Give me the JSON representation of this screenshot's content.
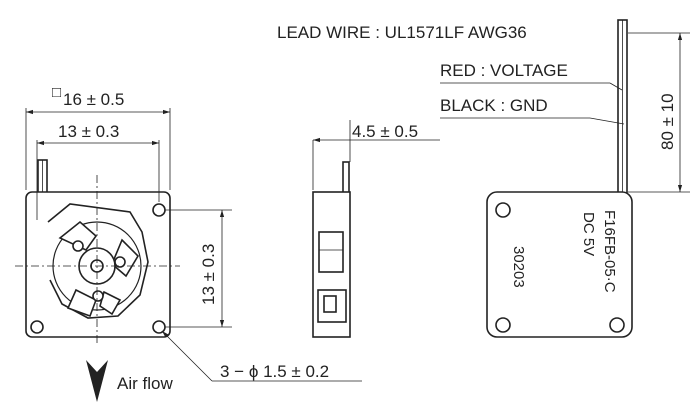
{
  "labels": {
    "lead_wire": "LEAD WIRE : UL1571LF AWG36",
    "red": "RED : VOLTAGE",
    "black": "BLACK : GND",
    "square_symbol": "□",
    "dim_outer": "16 ± 0.5",
    "dim_inner": "13 ± 0.3",
    "dim_thickness": "4.5 ± 0.5",
    "dim_vertical": "13 ± 0.3",
    "dim_wire_length": "80 ± 10",
    "holes": "3 − ϕ 1.5 ± 0.2",
    "air_flow": "Air flow",
    "model_line1": "F16FB-05·C",
    "model_line2": "DC 5V",
    "lot_code": "30203"
  }
}
